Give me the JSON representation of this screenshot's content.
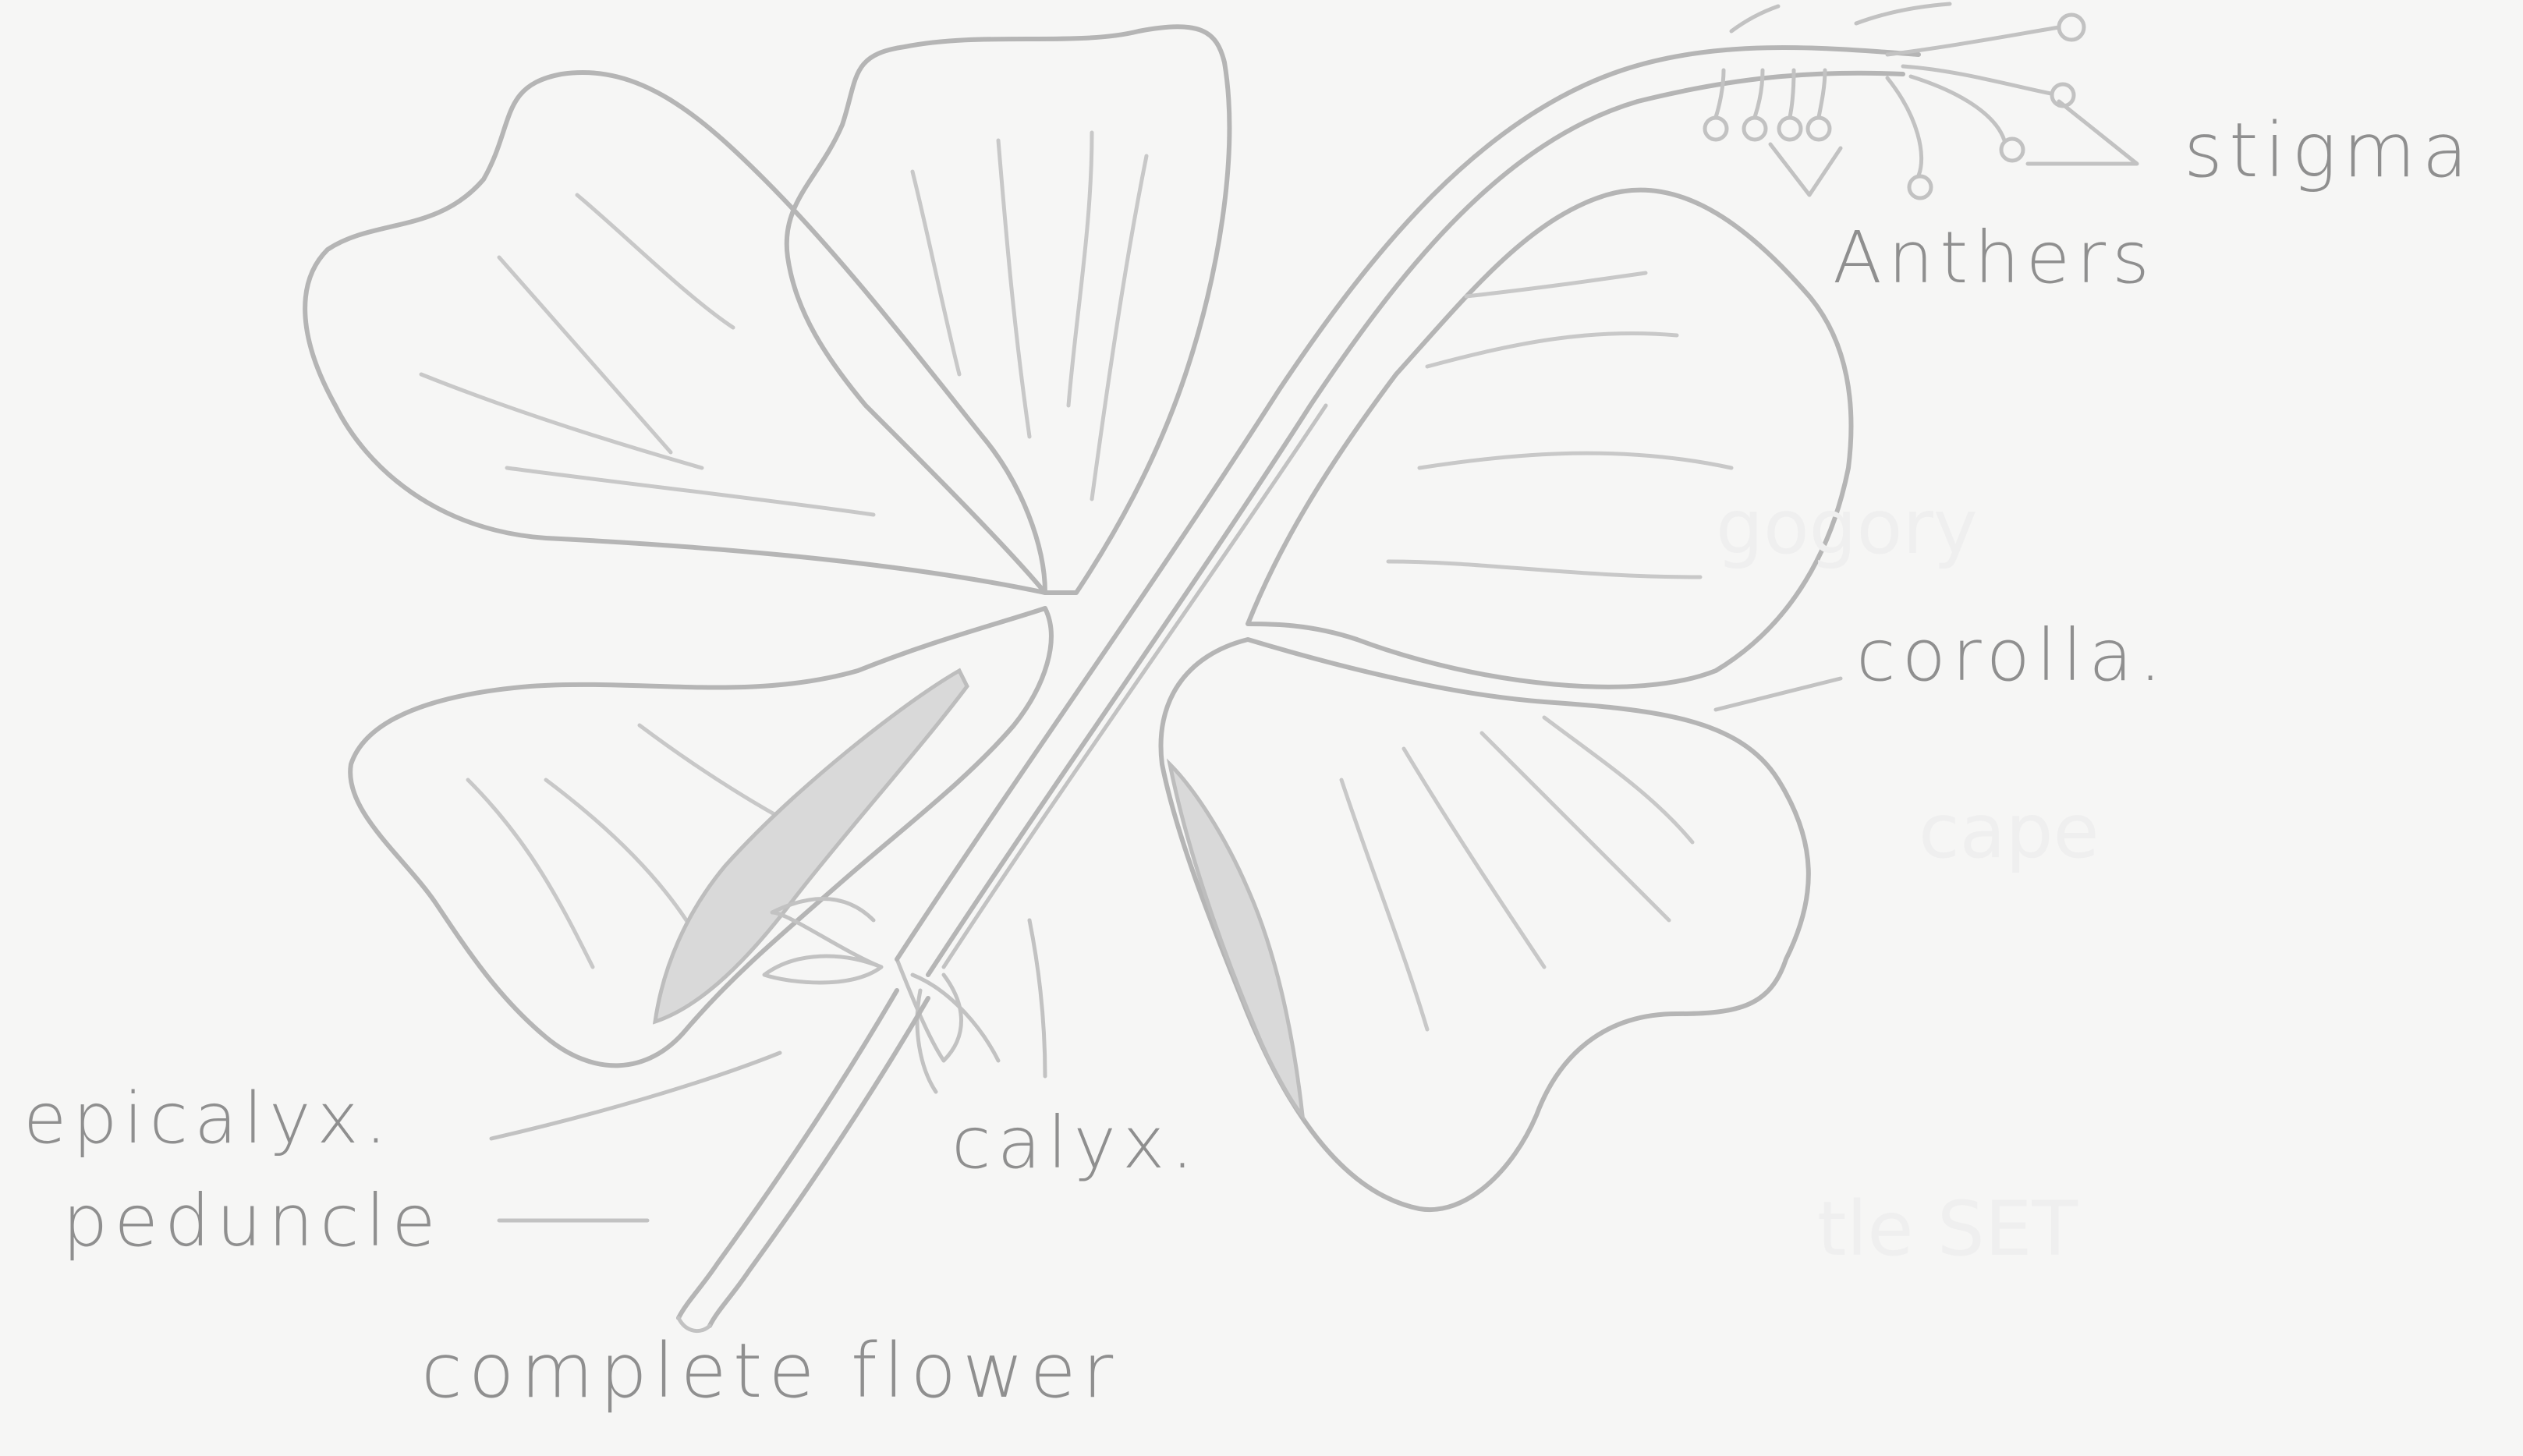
{
  "diagram": {
    "caption": "complete flower",
    "labels": {
      "stigma": "stigma",
      "anthers": "Anthers",
      "corolla": "corolla.",
      "epicalyx": "epicalyx.",
      "peduncle": "peduncle",
      "calyx": "calyx."
    }
  },
  "colors": {
    "paper": "#f6f6f5",
    "pencil": "#b5b5b5",
    "label_ink": "#8f8f8f"
  }
}
